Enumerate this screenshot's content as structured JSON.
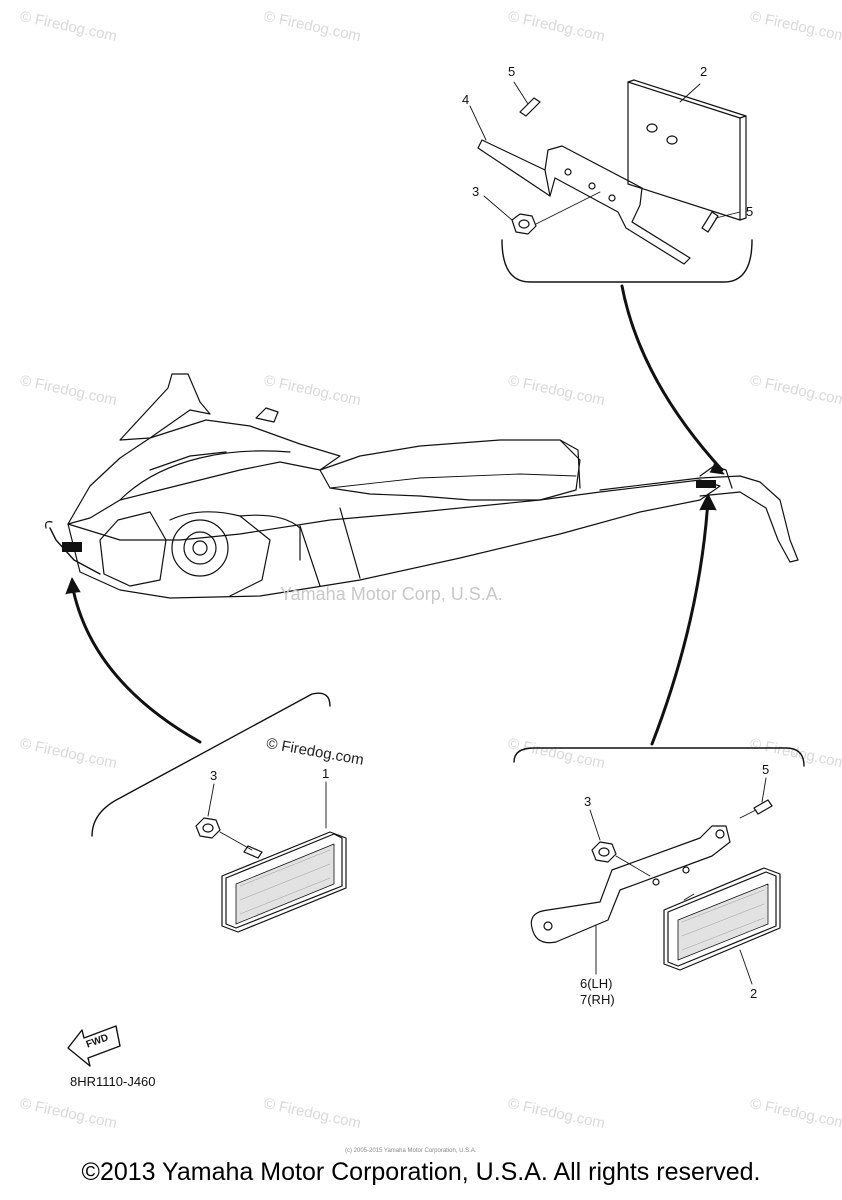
{
  "watermark_text": "© Firedog.com",
  "center_watermark": "Yamaha Motor Corp, U.S.A.",
  "firedog_label": "© Firedog.com",
  "callouts": {
    "top_5a": "5",
    "top_2": "2",
    "top_4": "4",
    "top_3": "3",
    "top_5b": "5",
    "left_3": "3",
    "left_1": "1",
    "right_5": "5",
    "right_3": "3",
    "right_6": "6(LH)",
    "right_7": "7(RH)",
    "right_2": "2"
  },
  "fwd_label": "FWD",
  "diagram_code": "8HR1110-J460",
  "tiny_copyright": "(c) 2005-2015 Yamaha Motor Corporation, U.S.A.",
  "footer": "©2013 Yamaha Motor Corporation, U.S.A. All rights reserved."
}
